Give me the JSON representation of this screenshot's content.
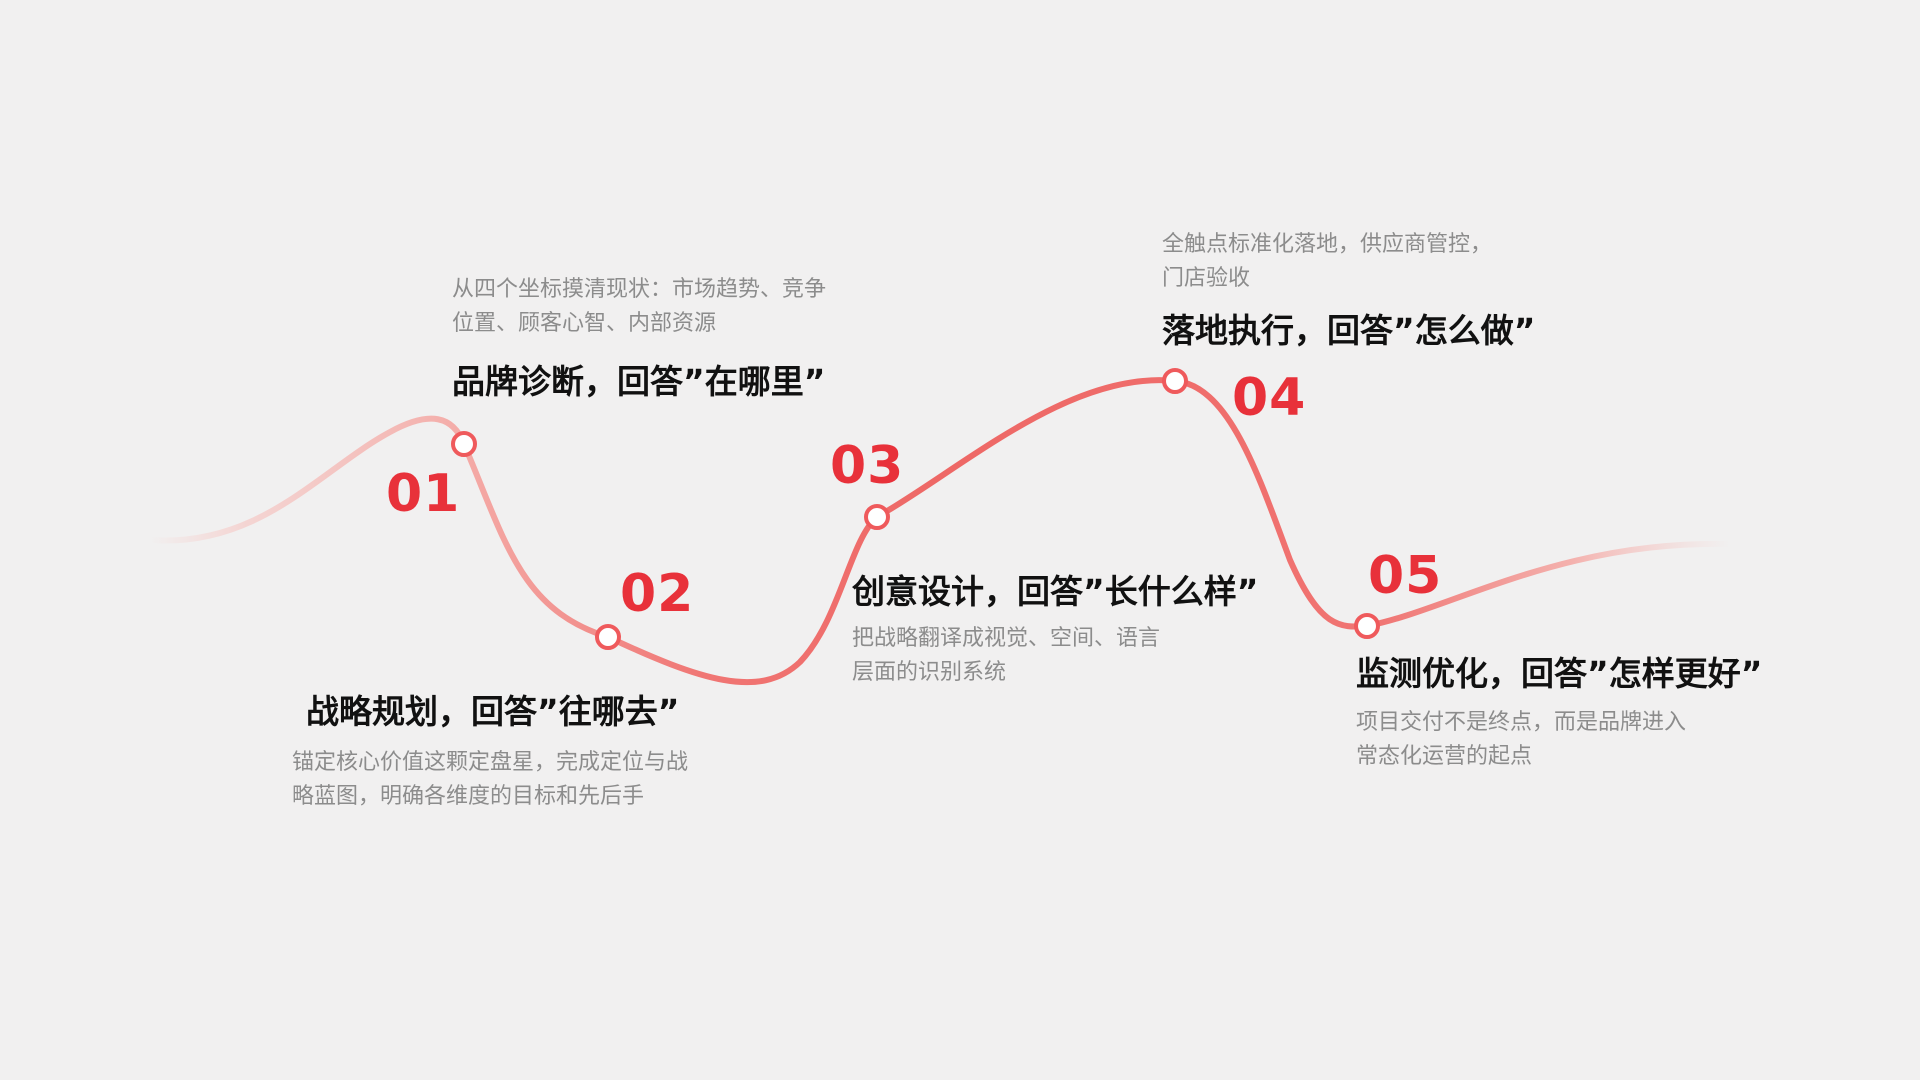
{
  "steps": [
    {
      "number": "01",
      "title": "品牌诊断，回答”在哪里”",
      "description": "从四个坐标摸清现状：市场趋势、竞争位置、顾客心智、内部资源"
    },
    {
      "number": "02",
      "title": "战略规划，回答”往哪去”",
      "description": "锚定核心价值这颗定盘星，完成定位与战略蓝图，明确各维度的目标和先后手"
    },
    {
      "number": "03",
      "title": "创意设计，回答”长什么样”",
      "description": "把战略翻译成视觉、空间、语言层面的识别系统"
    },
    {
      "number": "04",
      "title": "落地执行，回答”怎么做”",
      "description": "全触点标准化落地，供应商管控，门店验收"
    },
    {
      "number": "05",
      "title": "监测优化，回答”怎样更好”",
      "description": "项目交付不是终点，而是品牌进入常态化运营的起点"
    }
  ],
  "colors": {
    "accent": "#e8313a",
    "curve": "#f06a6a",
    "curve_fade": "#f6c9c6",
    "title": "#111111",
    "description": "#8c8c8c",
    "background": "#f1f0f0"
  }
}
